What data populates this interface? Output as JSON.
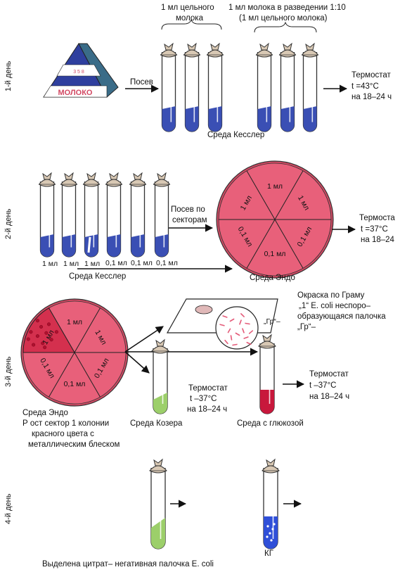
{
  "colors": {
    "kessler_blue": "#3a4fb4",
    "endo_pink": "#e8607a",
    "endo_rim": "#d24963",
    "glucose_red": "#c8183c",
    "koser_green": "#9ccf6a",
    "colony_red": "#b0102e",
    "pyramid_blue": "#2f3f9e",
    "pyramid_teal": "#3a6c88",
    "kg_blue": "#2f4fd8"
  },
  "days": {
    "d1": "1-й день",
    "d2": "2-й день",
    "d3": "3-й день",
    "d4": "4-й день"
  },
  "day1": {
    "pyramid_top_label": "3 5 8",
    "pyramid_label": "МОЛОКО",
    "sowing": "Посев",
    "whole_milk_1": "1 мл    цельного",
    "whole_milk_2": "молока",
    "diluted_1": "1 мл  молока в разведении 1:10",
    "diluted_2": "(1 мл цельного  молока)",
    "medium": "Среда    Кесслер",
    "thermostat": "Термостат",
    "temp": "t =43°C",
    "time": "на 18–24 ч"
  },
  "day2": {
    "tube_labels": [
      "1 мл",
      "1 мл",
      "1 мл",
      "0,1 мл",
      "0,1 мл",
      "0,1 мл"
    ],
    "medium": "Среда  Кесслер",
    "sowing_1": "Посев по",
    "sowing_2": "секторам",
    "sectors": [
      "1 мл",
      "1 мл",
      "0,1 мл",
      "0,1 мл",
      "0,1 мл",
      "1 мл"
    ],
    "endo": "Среда  Эндо",
    "thermostat": "Термоста",
    "temp": "t =37°C",
    "time": "на 18–24"
  },
  "day3": {
    "sectors": [
      "1 мл",
      "1 мл",
      "0,1 мл",
      "0,1 мл",
      "0,1 мл",
      "1 мл"
    ],
    "endo": "Среда Эндо",
    "growth_1": "Р ост сектор 1  колонии",
    "growth_2": "красного   цвета с",
    "growth_3": "металлическим блеском",
    "gram_1": "Окраска по Граму",
    "gram_2": "„1“  E. coli  неспоро–",
    "gram_3": "образующаяся палочка",
    "gram_4": "„Гр“–",
    "gram_small": "„Гр“–",
    "koser": "Среда Козера",
    "thermostat_mid": "Термостат",
    "temp_mid": "t –37°C",
    "time_mid": "на 18–24 ч",
    "glucose": "Среда с глюкозой",
    "thermostat_right": "Термостат",
    "temp_right": "t –37°C",
    "time_right": "на 18–24 ч"
  },
  "day4": {
    "kg": "КГ",
    "conclusion": "Выделена цитрат– негативная палочка   E. coli"
  }
}
